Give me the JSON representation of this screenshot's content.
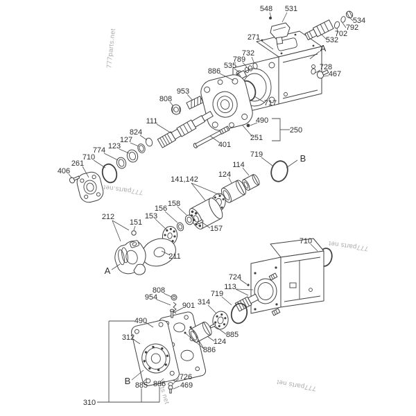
{
  "watermark": {
    "text": "777parts.net",
    "text_alt": "777parts net"
  },
  "sections": {
    "A": "A",
    "B": "B"
  },
  "callouts": {
    "548": "548",
    "531": "531",
    "271": "271",
    "534": "534",
    "792": "792",
    "702": "702",
    "532": "532",
    "728": "728",
    "467": "467",
    "732": "732",
    "789": "789",
    "535": "535",
    "886": "886",
    "953": "953",
    "808": "808",
    "717": "717",
    "490": "490",
    "250": "250",
    "251": "251",
    "401": "401",
    "111": "111",
    "824": "824",
    "127": "127",
    "123": "123",
    "774": "774",
    "710": "710",
    "261": "261",
    "406": "406",
    "719": "719",
    "114": "114",
    "124": "124",
    "141_142": "141,142",
    "158": "158",
    "156": "156",
    "153": "153",
    "151": "151",
    "212": "212",
    "157": "157",
    "211": "211",
    "724": "724",
    "113": "113",
    "954": "954",
    "901": "901",
    "312": "312",
    "314": "314",
    "885": "885",
    "726": "726",
    "469": "469",
    "310": "310"
  }
}
